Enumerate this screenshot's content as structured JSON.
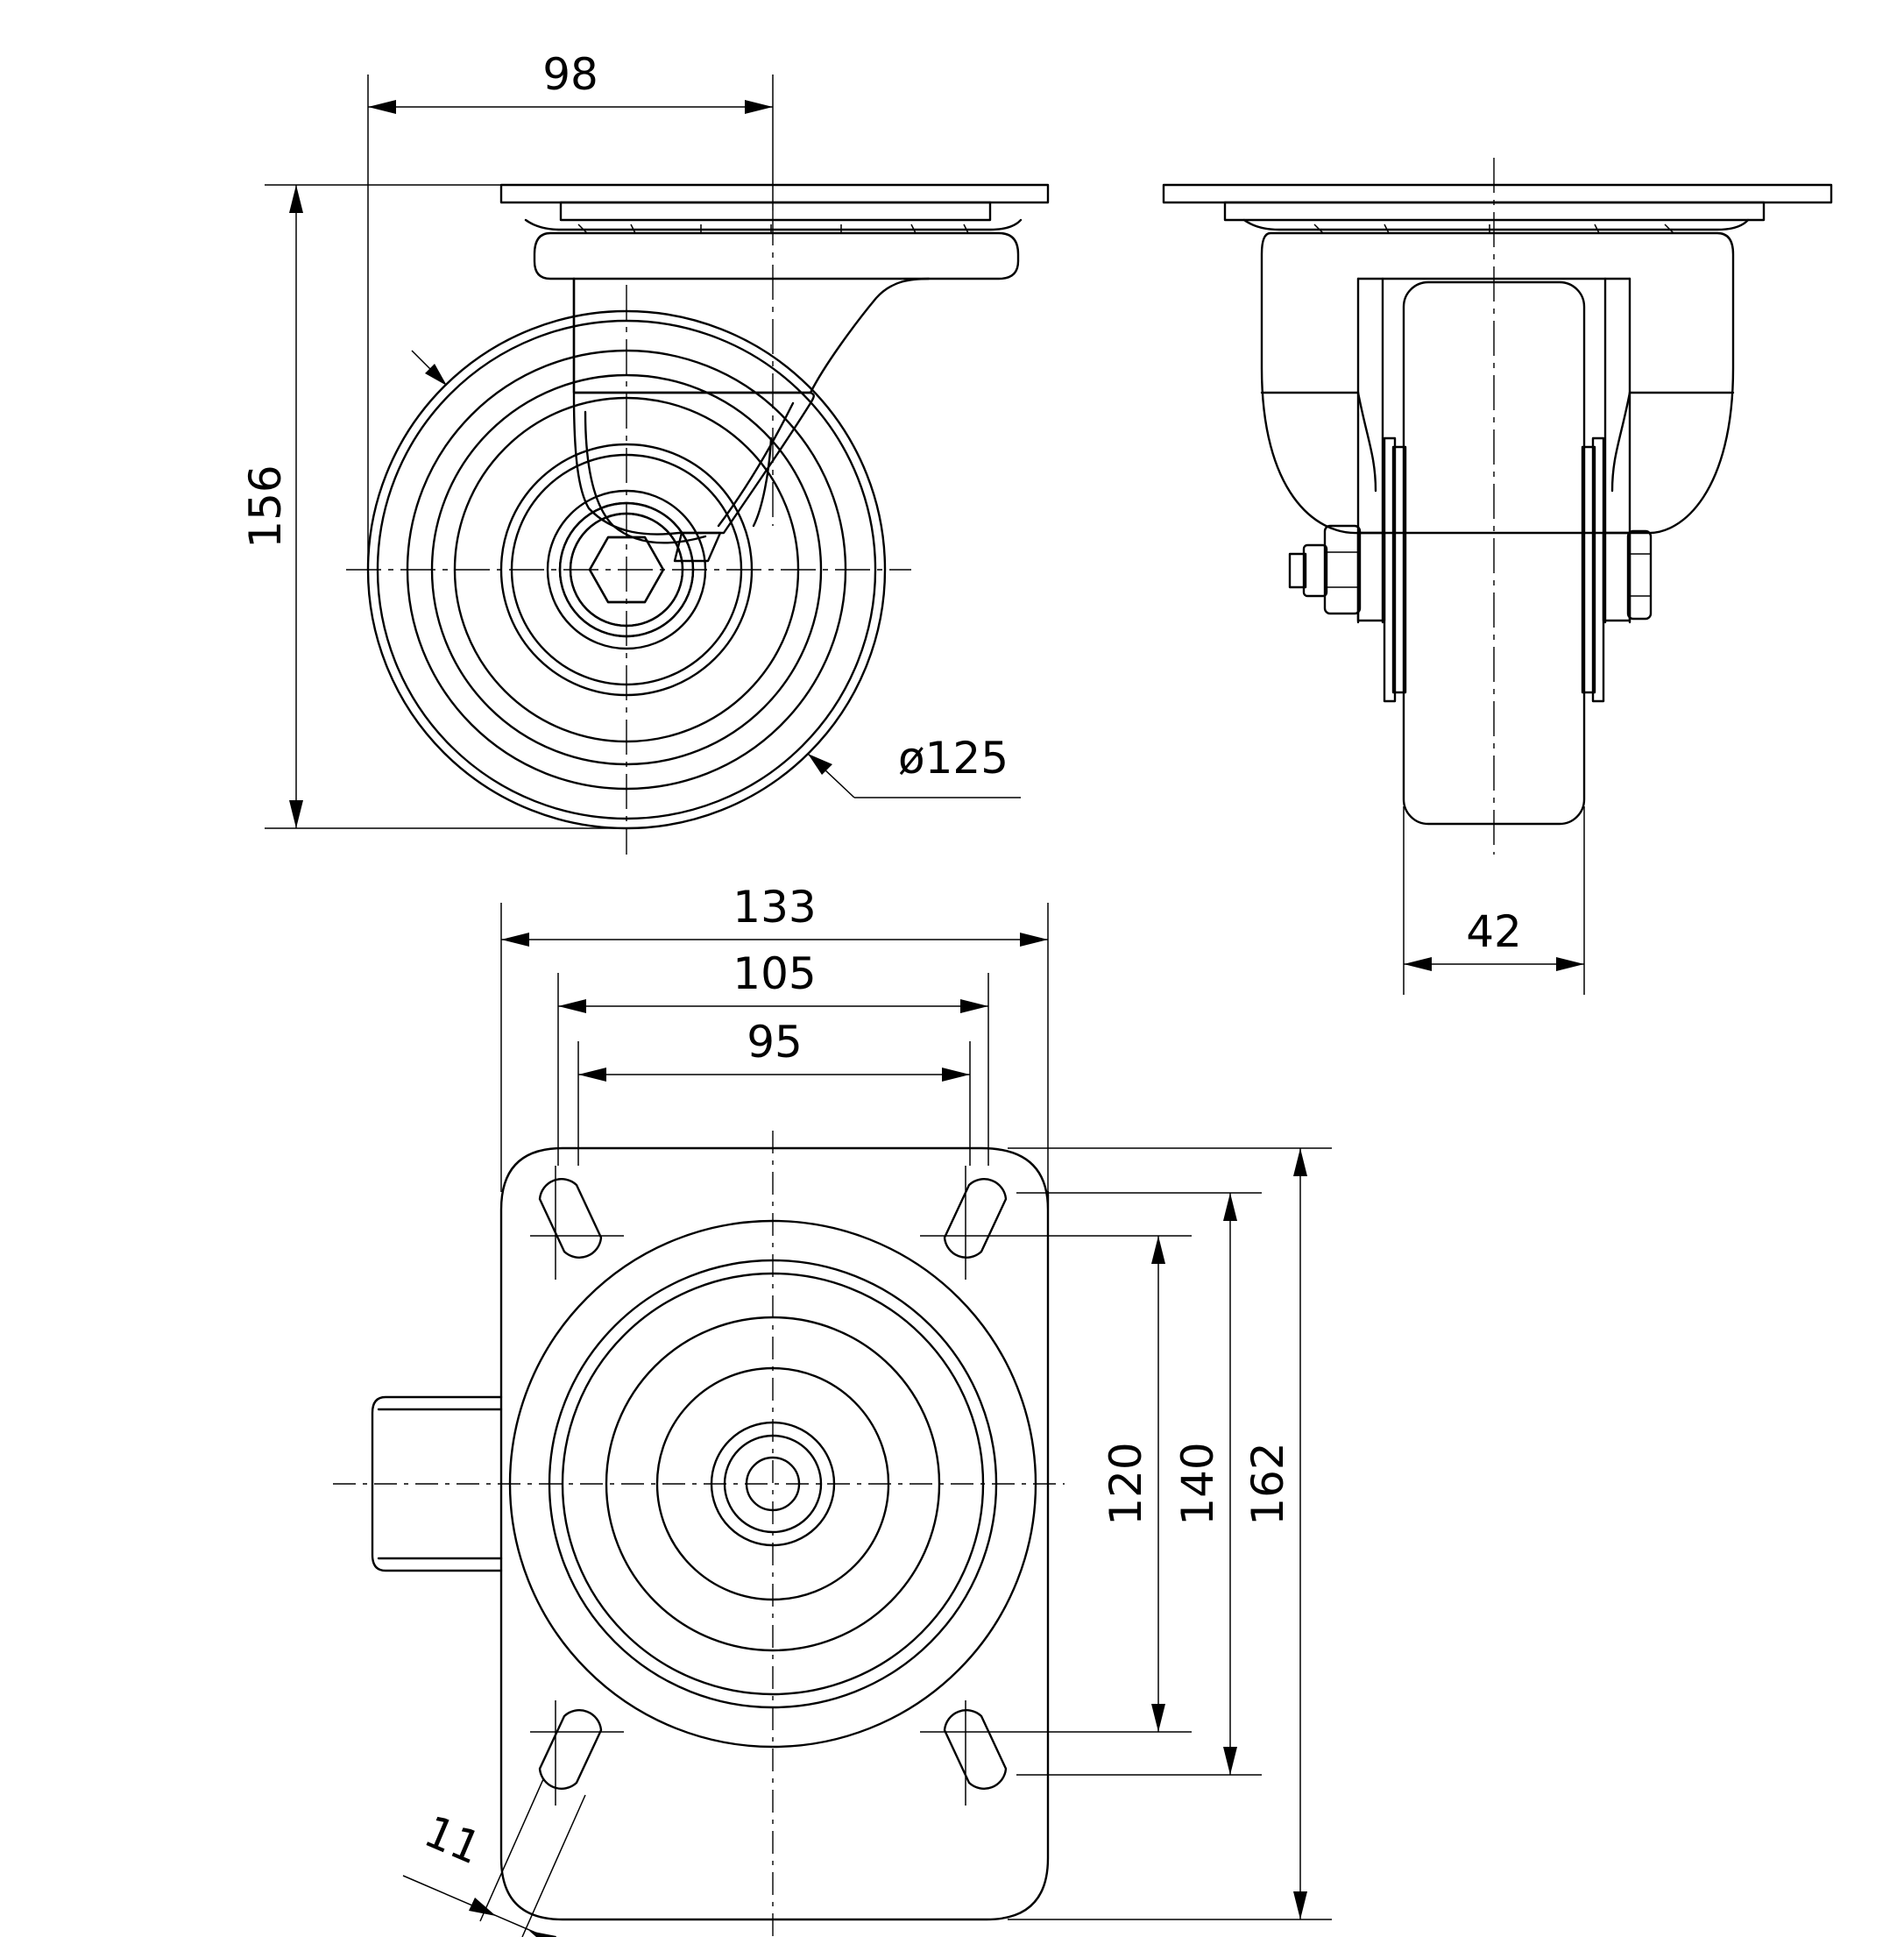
{
  "dimensions": {
    "side_width": "98",
    "side_height": "156",
    "wheel_diameter": "ø125",
    "wheel_width": "42",
    "plate_width": "133",
    "hole_spacing_outer_x": "105",
    "hole_spacing_inner_x": "95",
    "hole_spacing_inner_y": "120",
    "hole_spacing_outer_y": "140",
    "plate_length": "162",
    "slot_width": "11"
  }
}
